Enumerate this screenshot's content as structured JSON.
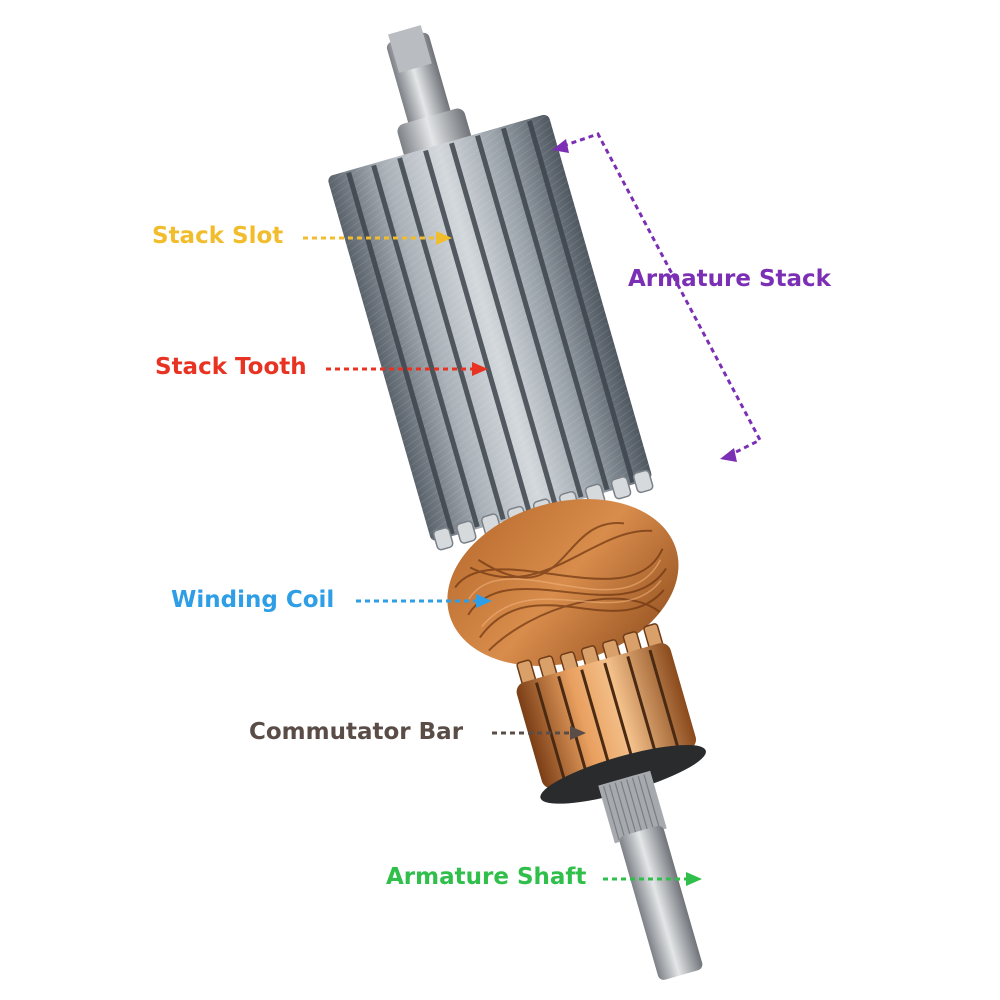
{
  "labels": {
    "stack_slot": {
      "text": "Stack Slot",
      "color": "#f2bd2c"
    },
    "stack_tooth": {
      "text": "Stack Tooth",
      "color": "#e83322"
    },
    "armature_stack": {
      "text": "Armature Stack",
      "color": "#7b2fb5"
    },
    "winding_coil": {
      "text": "Winding Coil",
      "color": "#2e9ee6"
    },
    "commutator_bar": {
      "text": "Commutator Bar",
      "color": "#5a4c46"
    },
    "armature_shaft": {
      "text": "Armature Shaft",
      "color": "#2fbf4a"
    }
  },
  "palette": {
    "steel_light": "#c9ced3",
    "steel_mid": "#8a939c",
    "steel_dark": "#4f5760",
    "copper_light": "#e9a060",
    "copper_mid": "#c1702e",
    "copper_dark": "#7a3e16",
    "shaft_light": "#d9dbde",
    "shaft_dark": "#7d8186"
  }
}
